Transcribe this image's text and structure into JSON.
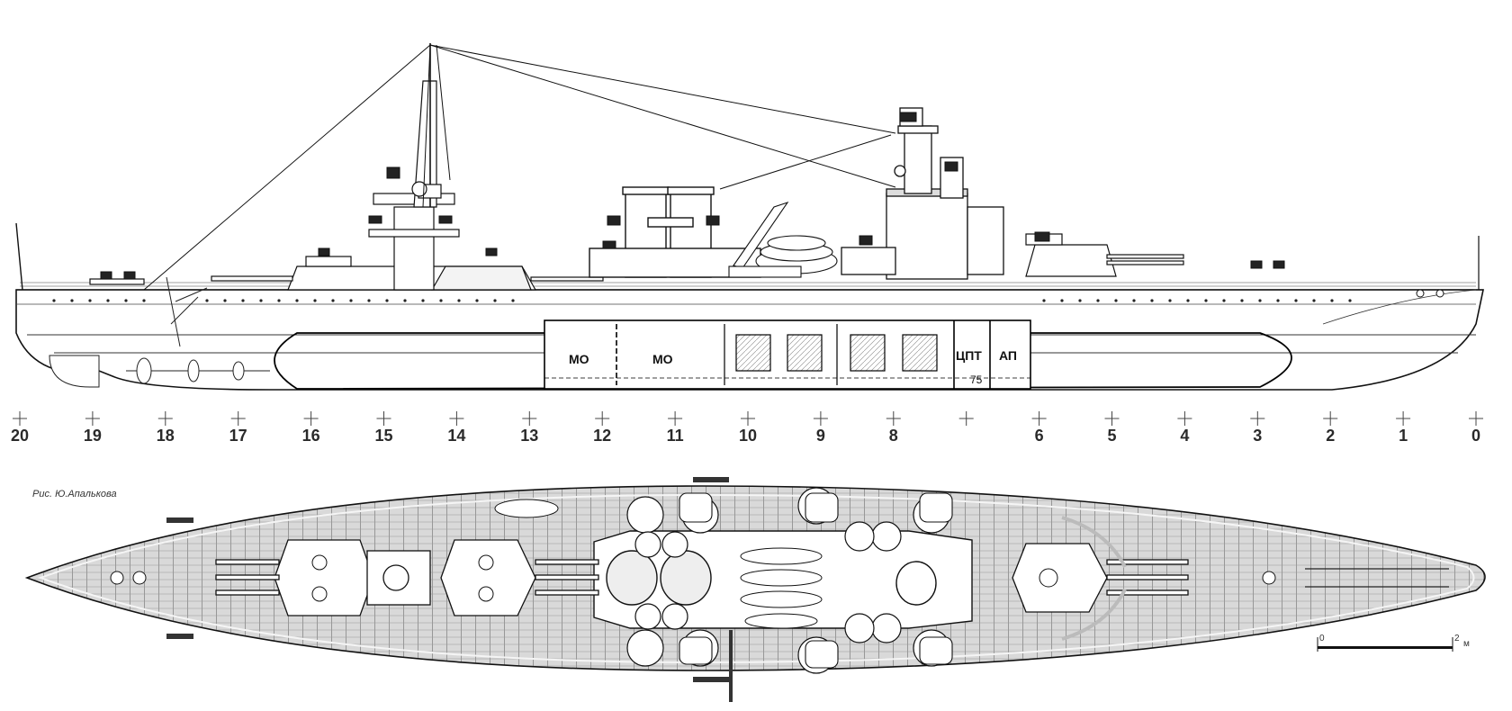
{
  "credit": "Рис. Ю.Апалькова",
  "frame_marks": [
    "20",
    "19",
    "18",
    "17",
    "16",
    "15",
    "14",
    "13",
    "12",
    "11",
    "10",
    "9",
    "8",
    "",
    "6",
    "5",
    "4",
    "3",
    "2",
    "1",
    "0"
  ],
  "compartments": {
    "mo_1": "МО",
    "mo_2": "МО",
    "cpt": "ЦПТ",
    "ap": "АП",
    "frame_75": "75"
  },
  "scale": {
    "start": "0",
    "end": "2",
    "unit": "м"
  }
}
